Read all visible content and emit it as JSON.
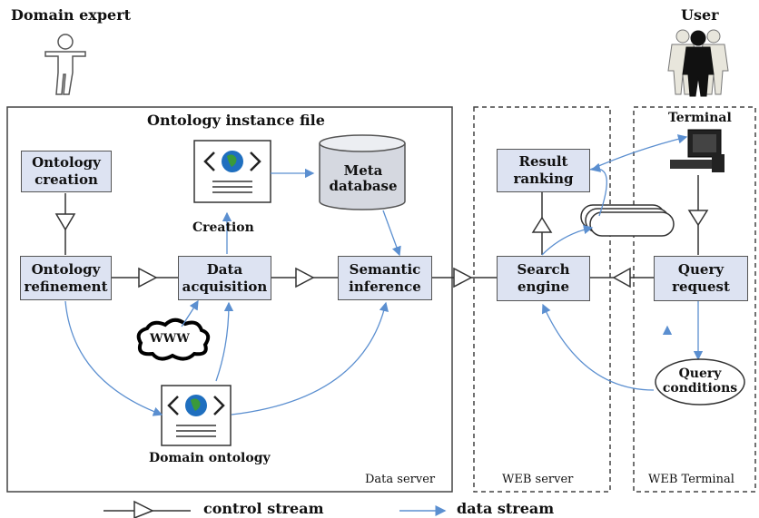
{
  "actors": {
    "domain_expert": "Domain expert",
    "user": "User"
  },
  "regions": {
    "data_server": "Data server",
    "web_server": "WEB server",
    "web_terminal": "WEB Terminal"
  },
  "data_server": {
    "title": "Ontology instance file",
    "ontology_creation": [
      "Ontology",
      "creation"
    ],
    "ontology_refinement": [
      "Ontology",
      "refinement"
    ],
    "data_acquisition": [
      "Data",
      "acquisition"
    ],
    "semantic_inference": [
      "Semantic",
      "inference"
    ],
    "meta_database": [
      "Meta",
      "database"
    ],
    "creation_label": "Creation",
    "www_label": "WWW",
    "domain_ontology_label": "Domain ontology"
  },
  "web_server": {
    "result_ranking": [
      "Result",
      "ranking"
    ],
    "search_engine": [
      "Search",
      "engine"
    ]
  },
  "web_terminal": {
    "terminal_label": "Terminal",
    "query_request": [
      "Query",
      "request"
    ],
    "query_conditions": [
      "Query",
      "conditions"
    ]
  },
  "legend": {
    "control_stream": "control  stream",
    "data_stream": "data stream"
  },
  "colors": {
    "box_fill": "#dde3f2",
    "data_arrow": "#5b8fd0",
    "control_line": "#333333"
  }
}
